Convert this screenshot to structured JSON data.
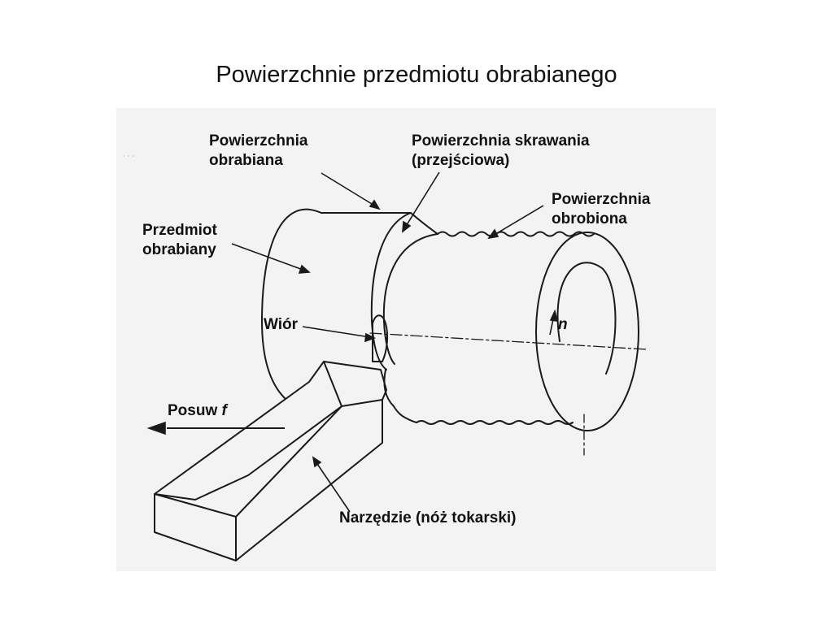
{
  "title": "Powierzchnie przedmiotu obrabianego",
  "labels": {
    "obrabiana": "Powierzchnia\nobrabiana",
    "skrawania": "Powierzchnia skrawania\n(przejściowa)",
    "obrobiona": "Powierzchnia\nobrobiona",
    "przedmiot": "Przedmiot\nobrabiany",
    "wior": "Wiór",
    "n": "n",
    "posuw": "Posuw ",
    "posuw_f": "f",
    "narzedzie": "Narzędzie (nóż tokarski)"
  }
}
